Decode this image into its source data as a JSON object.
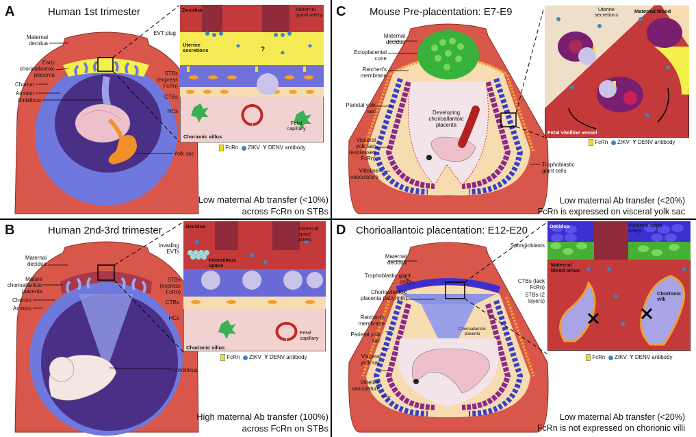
{
  "panels": {
    "A": {
      "letter": "A",
      "title": "Human 1st trimester",
      "labels": {
        "maternal_decidua": "Maternal decidua",
        "early_placenta": "Early chorioallantoic placenta",
        "chorion": "Chorion",
        "amnion": "Amnion",
        "umbilicus": "Umbilicus",
        "yolk_sac": "Yolk sac"
      },
      "inset": {
        "decidua": "Decidua",
        "maternal_spiral_artery": "Maternal spiral artery",
        "evt_plug": "EVT plug",
        "uterine_secretions": "Uterine secretions",
        "stbs": "STBs (express FcRn)",
        "ctbs": "CTBs",
        "hcs": "HCs",
        "chorionic_villus": "Chorionic villus",
        "fetal_capillary": "Fetal capillary",
        "question": "?"
      },
      "footer": [
        "Low maternal Ab transfer (<10%)",
        "across FcRn on STBs"
      ]
    },
    "B": {
      "letter": "B",
      "title": "Human 2nd-3rd trimester",
      "labels": {
        "maternal_decidua": "Maternal decidua",
        "mature_placenta": "Mature chorioallantoic placenta",
        "chorion": "Chorion",
        "amnion": "Amnion",
        "umbilicus": "Umbilicus"
      },
      "inset": {
        "decidua": "Decidua",
        "maternal_spiral_artery": "Maternal spiral artery",
        "invading_evts": "Invading EVTs",
        "intervillous_space": "Intervillous space",
        "stbs": "STBs (express FcRn)",
        "ctbs": "CTBs",
        "hcs": "HCs",
        "chorionic_villus": "Chorionic villus",
        "fetal_capillary": "Fetal capillary"
      },
      "footer": [
        "High maternal Ab transfer (100%)",
        "across FcRn on STBs"
      ]
    },
    "C": {
      "letter": "C",
      "title": "Mouse Pre-placentation: E7-E9",
      "labels": {
        "maternal_decidua": "Maternal decidua",
        "ectoplacental_cone": "Ectoplacental cone",
        "reicherts_membrane": "Reichert's membrane",
        "parietal_yolk_sac": "Parietal yolk sac",
        "visceral_yolk_sac": "Visceral yolk sac (expresses FcRn)",
        "vitelline_vasculature": "Vitteline vasculature",
        "developing_placenta": "Developing chorioallantoic placenta",
        "trophoblastic_giant_cells": "Trophoblastic giant cells"
      },
      "inset": {
        "uterine_secretions": "Uterine secretions",
        "maternal_blood": "Maternal blood",
        "fetal_vitelline_vessel": "Fetal vitelline vessel"
      },
      "footer": [
        "Low maternal Ab transfer (<20%)",
        "FcRn is expressed on visceral yolk sac"
      ]
    },
    "D": {
      "letter": "D",
      "title": "Chorioallantoic placentation: E12-E20",
      "labels": {
        "maternal_decidua": "Maternal decidua",
        "trophoblastic_giant_cells": "Trophoblastic giant cells",
        "labyrinth": "Chorioallantoic placenta (labyrinth)",
        "reicherts_membrane": "Reichert's membrane",
        "parietal_yolk_sac": "Parietal yolk sac",
        "visceral_yolk_sac": "Visceral yolk sac",
        "vitelline_vasculature": "Vitteline vasculature",
        "chorioallantoic_placenta_small": "Chorioallantoic placenta"
      },
      "inset": {
        "decidua": "Decidua",
        "maternal_spiral_artery": "Maternal spiral artery",
        "spongioblasts": "Spongioblasts",
        "maternal_blood_sinus": "Maternal blood sinus",
        "ctbs": "CTBs (lack FcRn)",
        "stbs": "STBs (2 layers)",
        "chorionic_villi": "Chorionic villi"
      },
      "footer": [
        "Low maternal Ab transfer (<20%)",
        "FcRn is not expressed on chorionic villi"
      ]
    }
  },
  "legend": {
    "fcrn": "FcRn",
    "zikv": "ZIKV",
    "denv": "DENV antibody"
  },
  "colors": {
    "decidua": "#d9574a",
    "decidua_light": "#e5857a",
    "amnion_purple": "#4a2f86",
    "chorion_blue": "#6f78dc",
    "placenta_yellow": "#f3ef4b",
    "stb_blue": "#6a6ad6",
    "ctb_orange": "#f0a030",
    "ctb_cream": "#f7e7c6",
    "villus_pink": "#f1d2d0",
    "ectoplacental_green": "#38b23a",
    "yolk_purple": "#8a2a8a",
    "embryo_pink": "#eec0cc",
    "umbilicus_red": "#b32222",
    "fcrn_yellow": "#f2e20a",
    "zikv_blue": "#3a87c8",
    "antibody_navy": "#2d2a6e"
  }
}
